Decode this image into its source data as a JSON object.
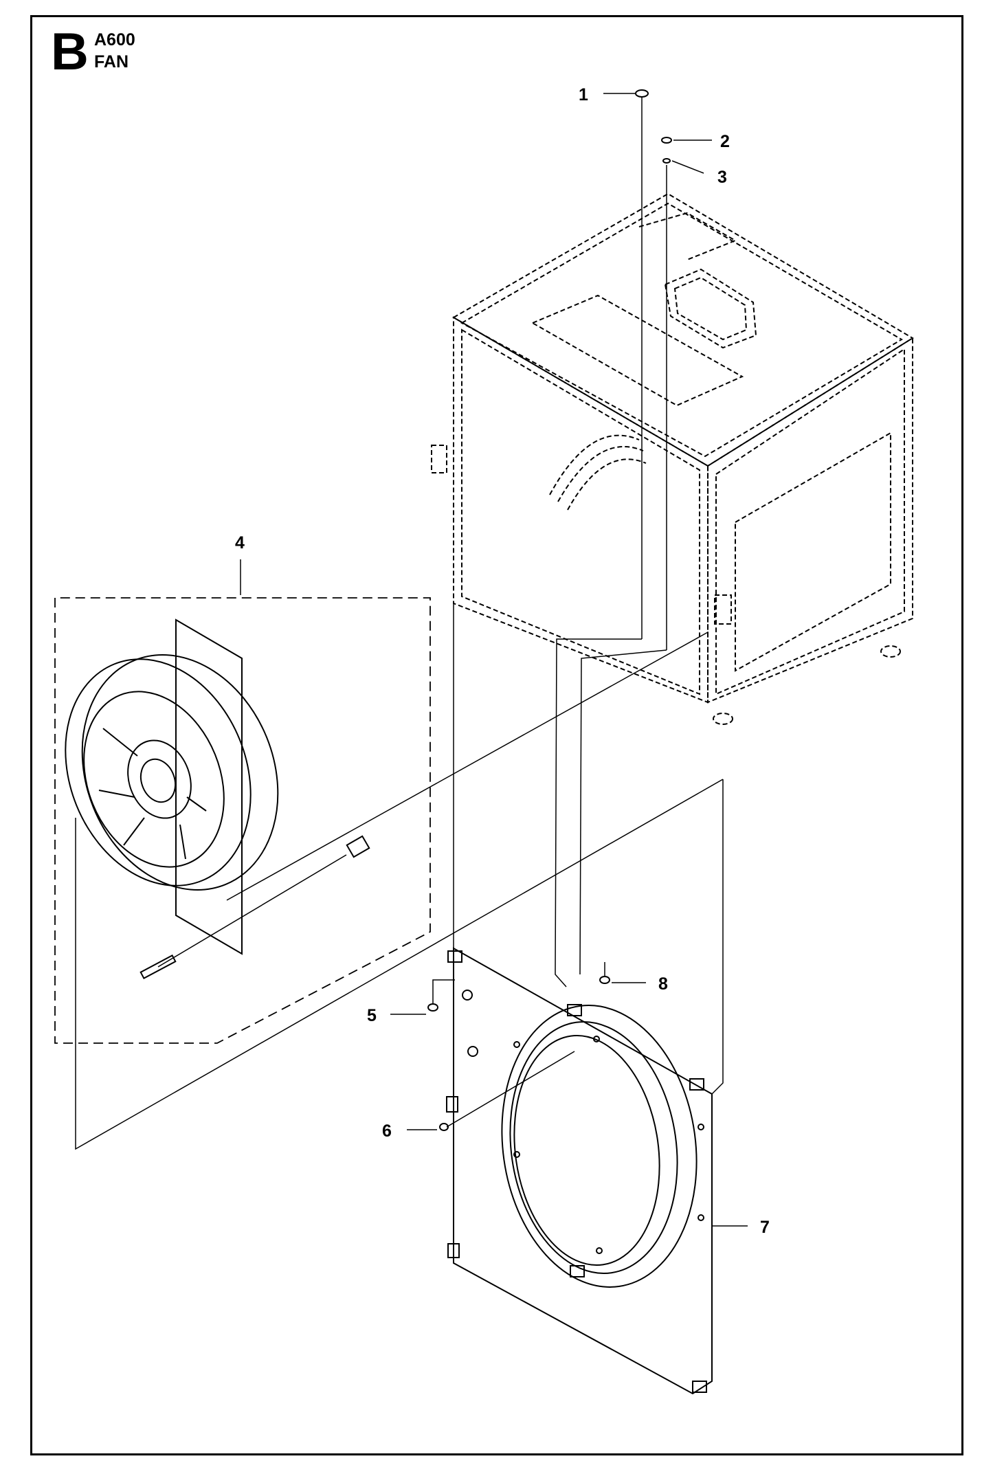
{
  "header": {
    "section_letter": "B",
    "model": "A600",
    "assembly": "FAN"
  },
  "callouts": [
    "1",
    "2",
    "3",
    "4",
    "5",
    "6",
    "7",
    "8"
  ],
  "colors": {
    "line": "#000000",
    "paper": "#ffffff"
  }
}
